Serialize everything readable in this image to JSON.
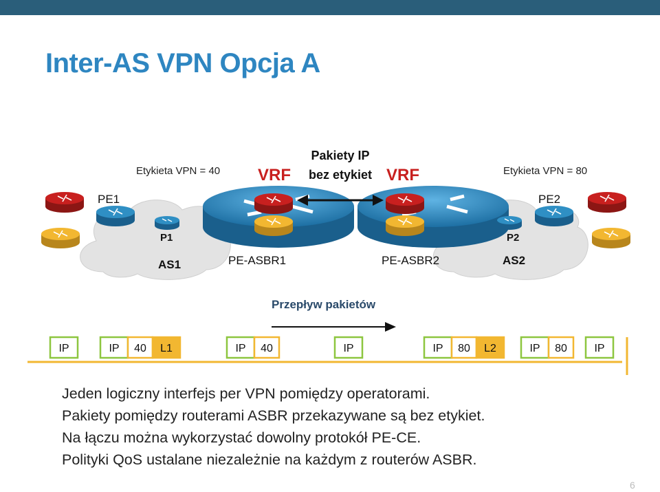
{
  "title": "Inter-AS VPN Opcja A",
  "labels": {
    "vpn_label_left": "Etykieta VPN = 40",
    "vpn_label_right": "Etykieta VPN = 80",
    "vrf_left": "VRF",
    "vrf_right": "VRF",
    "unlabeled_line1": "Pakiety IP",
    "unlabeled_line2": "bez etykiet",
    "pe1": "PE1",
    "pe2": "PE2",
    "p1": "P1",
    "p2": "P2",
    "as1": "AS1",
    "as2": "AS2",
    "asbr1": "PE-ASBR1",
    "asbr2": "PE-ASBR2",
    "flow_title": "Przepływ pakietów"
  },
  "packets": [
    {
      "ip": "IP"
    },
    {
      "ip": "IP",
      "vpn": "40",
      "transport": "L1"
    },
    {
      "ip": "IP",
      "vpn": "40"
    },
    {
      "ip": "IP"
    },
    {
      "ip": "IP",
      "vpn": "80",
      "transport": "L2"
    },
    {
      "ip": "IP",
      "vpn": "80"
    },
    {
      "ip": "IP"
    }
  ],
  "bullets": [
    "Jeden logiczny interfejs per VPN pomiędzy operatorami.",
    "Pakiety pomiędzy routerami ASBR przekazywane są bez etykiet.",
    "Na łączu można wykorzystać dowolny protokół PE-CE.",
    "Polityki QoS ustalane niezależnie na każdym z routerów ASBR."
  ],
  "page_number": "6",
  "colors": {
    "title": "#2e86c1",
    "header_bar": "#2a5e7a",
    "router_red": "#c8201f",
    "router_yellow": "#f2b731",
    "router_blue": "#2f8fc4",
    "cloud": "#e3e3e3",
    "ip_box_border": "#8dc63f",
    "vpn_box_border": "#f2b731",
    "transport_box_fill": "#f2b731",
    "timeline": "#f2b731"
  },
  "icons": [
    "router-icon",
    "cloud-icon",
    "bidirectional-arrow-icon",
    "flow-arrow-icon"
  ]
}
